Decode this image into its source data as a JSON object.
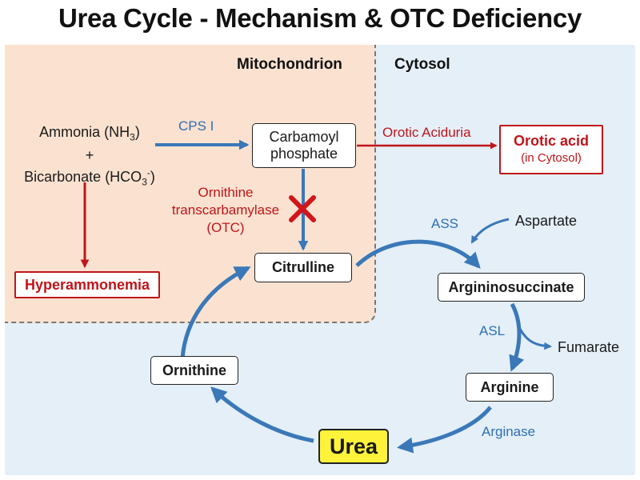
{
  "title": "Urea Cycle - Mechanism & OTC Deficiency",
  "regions": {
    "mitochondrion": "Mitochondrion",
    "cytosol": "Cytosol"
  },
  "reactants": {
    "ammonia": "Ammonia (NH",
    "ammonia_sub": "3",
    "ammonia_close": ")",
    "plus": "+",
    "bicarbonate": "Bicarbonate (HCO",
    "bicarbonate_sub": "3",
    "bicarbonate_sup": "-",
    "bicarbonate_close": ")"
  },
  "enzymes": {
    "cps1": "CPS I",
    "otc_line1": "Ornithine",
    "otc_line2": "transcarbamylase",
    "otc_line3": "(OTC)",
    "ass": "ASS",
    "asl": "ASL",
    "arginase": "Arginase"
  },
  "metabolites": {
    "carbamoyl_line1": "Carbamoyl",
    "carbamoyl_line2": "phosphate",
    "citrulline": "Citrulline",
    "argininosuccinate": "Argininosuccinate",
    "arginine": "Arginine",
    "ornithine": "Ornithine",
    "urea": "Urea",
    "aspartate": "Aspartate",
    "fumarate": "Fumarate"
  },
  "pathology": {
    "hyperammonemia": "Hyperammonemia",
    "orotic_aciduria": "Orotic Aciduria",
    "orotic_acid": "Orotic acid",
    "orotic_acid_location": "(in Cytosol)"
  },
  "colors": {
    "arrow_blue": "#3a78b8",
    "pathology_red": "#c0151b",
    "mito_bg": "#fbe2d0",
    "cytosol_bg": "#e4eff8",
    "urea_fill": "#fef33a"
  },
  "icons": {
    "block_mark": "red-x-icon"
  }
}
